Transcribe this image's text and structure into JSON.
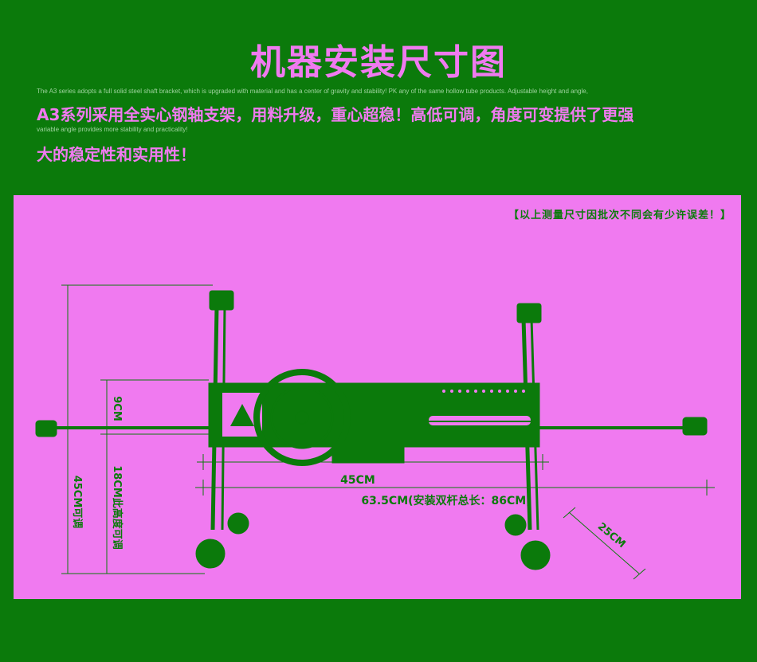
{
  "title": "机器安装尺寸图",
  "description": {
    "en_line1": "The A3 series adopts a full solid steel shaft bracket, which is upgraded with material and has a center of gravity and stability! PK any of the same hollow tube products. Adjustable height and angle,",
    "cn_line1": "A3系列采用全实心钢轴支架，用料升级，重心超稳！高低可调，角度可变提供了更强",
    "en_line2": "variable angle provides more stability and practicality!",
    "cn_line2": "大的稳定性和实用性！"
  },
  "note": "【以上测量尺寸因批次不同会有少许误差！】",
  "dimensions": {
    "d9cm": "9CM",
    "d18cm": "18CM此高度可调",
    "d45cm_height": "45CM可调",
    "d45cm": "45CM",
    "d63cm": "63.5CM(安装双杆总长：86CM)",
    "d25cm": "25CM"
  },
  "colors": {
    "background": "#0b7a0b",
    "accent": "#f07af0",
    "panel": "#f07af0",
    "line": "#0b7a0b"
  }
}
